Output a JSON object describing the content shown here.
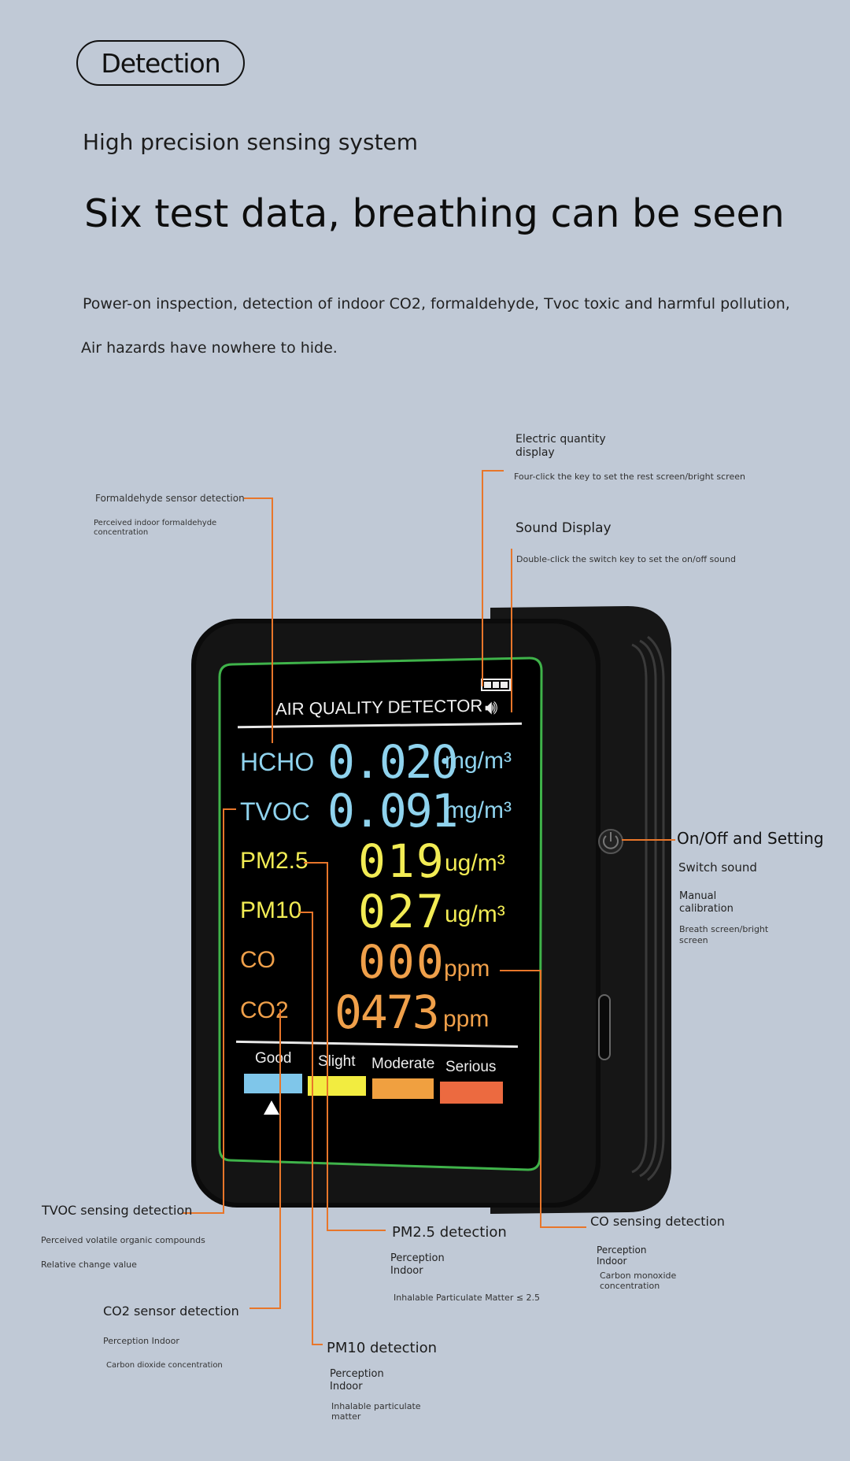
{
  "header": {
    "badge": "Detection",
    "subtitle": "High precision sensing system",
    "title": "Six test data, breathing can be seen",
    "description_line1": "Power-on inspection, detection of indoor CO2, formaldehyde, Tvoc toxic and harmful pollution,",
    "description_line2": "Air hazards have nowhere to hide."
  },
  "annotations": {
    "electric_title": "Electric quantity display",
    "electric_desc": "Four-click the key to set the rest screen/bright screen",
    "sound_title": "Sound Display",
    "sound_desc": "Double-click the switch key to set the on/off sound",
    "hcho_title": "Formaldehyde sensor detection",
    "hcho_desc": "Perceived indoor formaldehyde concentration",
    "onoff_title": "On/Off and Setting",
    "onoff_item1": "Switch sound",
    "onoff_item2": "Manual calibration",
    "onoff_item3": "Breath screen/bright screen",
    "tvoc_title": "TVOC sensing detection",
    "tvoc_desc1": "Perceived volatile organic compounds",
    "tvoc_desc2": "Relative change value",
    "pm25_title": "PM2.5 detection",
    "pm25_desc1": "Perception Indoor",
    "pm25_desc2": "Inhalable Particulate Matter ≤ 2.5",
    "co_title": "CO sensing detection",
    "co_desc1": "Perception Indoor",
    "co_desc2": "Carbon monoxide concentration",
    "co2_title": "CO2 sensor detection",
    "co2_desc1": "Perception Indoor",
    "co2_desc2": "Carbon dioxide concentration",
    "pm10_title": "PM10 detection",
    "pm10_desc1": "Perception Indoor",
    "pm10_desc2": "Inhalable particulate matter"
  },
  "device": {
    "title": "AIR QUALITY DETECTOR",
    "readings": [
      {
        "name": "HCHO",
        "value": "0.020",
        "unit": "mg/m³",
        "color": "#8fd3ee"
      },
      {
        "name": "TVOC",
        "value": "0.091",
        "unit": "mg/m³",
        "color": "#8fd3ee"
      },
      {
        "name": "PM2.5",
        "value": "019",
        "unit": "ug/m³",
        "color": "#f2ec54"
      },
      {
        "name": "PM10",
        "value": "027",
        "unit": "ug/m³",
        "color": "#f2ec54"
      },
      {
        "name": "CO",
        "value": "000",
        "unit": "ppm",
        "color": "#f0a04a"
      },
      {
        "name": "CO2",
        "value": "0473",
        "unit": "ppm",
        "color": "#f0a04a"
      }
    ],
    "levels": [
      {
        "label": "Good",
        "color": "#7fc6ea"
      },
      {
        "label": "Slight",
        "color": "#f2ec40"
      },
      {
        "label": "Moderate",
        "color": "#f0a040"
      },
      {
        "label": "Serious",
        "color": "#ec6a40"
      }
    ],
    "accent_border": "#3fb34a",
    "annotation_line": "#e8762a"
  }
}
